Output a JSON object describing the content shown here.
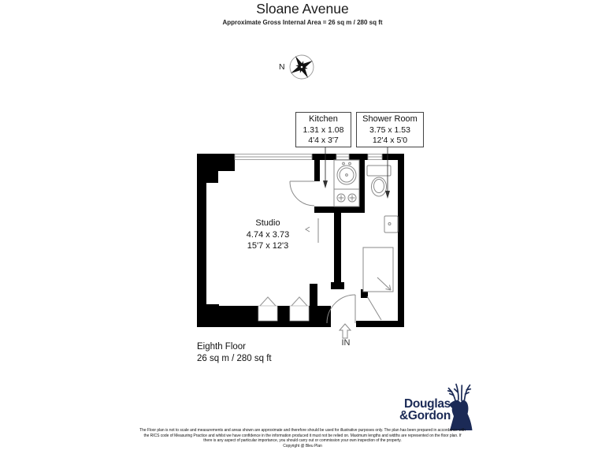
{
  "header": {
    "title": "Sloane Avenue",
    "subtitle": "Approximate Gross Internal Area = 26 sq m / 280 sq ft"
  },
  "compass": {
    "label": "N",
    "icon": "compass-rose-icon"
  },
  "plan": {
    "room_labels": {
      "kitchen": {
        "name": "Kitchen",
        "metric": "1.31 x 1.08",
        "imperial": "4'4 x 3'7"
      },
      "shower_room": {
        "name": "Shower Room",
        "metric": "3.75 x 1.53",
        "imperial": "12'4 x 5'0"
      },
      "studio": {
        "name": "Studio",
        "metric": "4.74 x 3.73",
        "imperial": "15'7 x 12'3"
      }
    },
    "entrance_label": "IN",
    "fixtures": [
      "sink-icon",
      "hob-icon",
      "toilet-icon",
      "basin-icon",
      "shower-icon",
      "entrance-arrow-icon",
      "wardrobe-chevron-icon"
    ],
    "wall_color": "#000000",
    "fixture_line_color": "#8a8a8a"
  },
  "floor_info": {
    "line1": "Eighth Floor",
    "line2": "26 sq m / 280 sq ft"
  },
  "logo": {
    "line1": "Douglas",
    "line2": "&Gordon",
    "color": "#1b2a56",
    "icon": "stag-icon"
  },
  "disclaimer": {
    "lines": [
      "The Floor plan is not to scale and measurements and areas shown are approximate and therefore should be used for illustrative purposes only. The plan has been prepared in accordance with",
      "the RICS code of Measuring Practice and whilst we have confidence in the information produced it must not be relied on. Maximum lengths and widths are represented on the floor plan. If",
      "there is any aspect of particular importance, you should carry out or commission your own inspection of the property."
    ],
    "copyright": "Copyright @ Bleu Plan"
  }
}
